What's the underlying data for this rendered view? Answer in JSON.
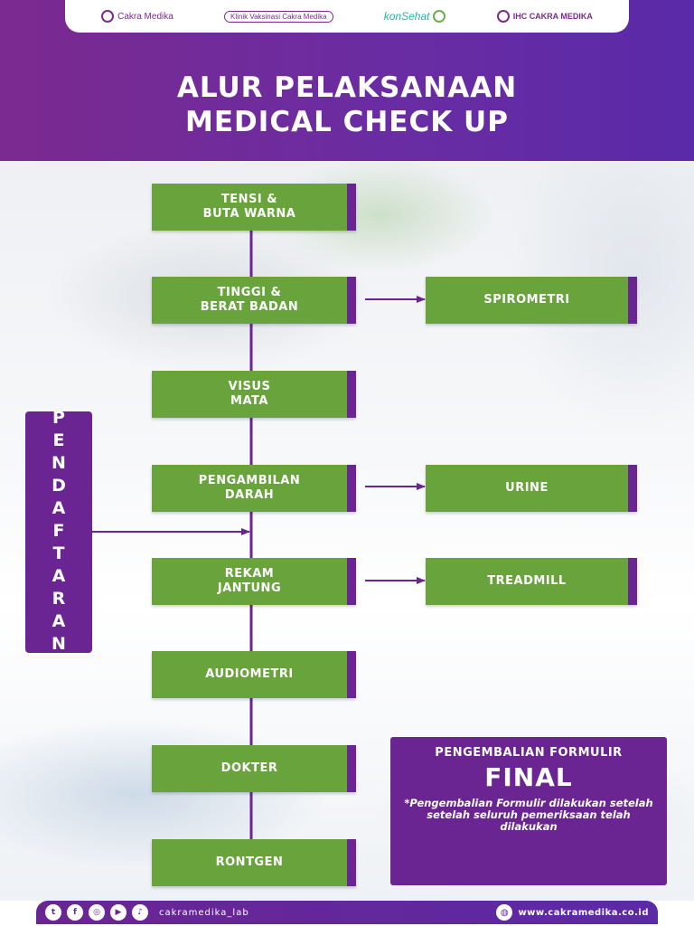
{
  "logos": [
    {
      "name": "cakra-medika",
      "text": "Cakra Medika"
    },
    {
      "name": "klinik-vaksinasi",
      "text": "Klinik Vaksinasi Cakra Medika"
    },
    {
      "name": "konsehat",
      "text": "konSehat"
    },
    {
      "name": "ihc",
      "text": "IHC CAKRA MEDIKA"
    }
  ],
  "title": {
    "line1": "ALUR PELAKSANAAN",
    "line2": "MEDICAL CHECK UP"
  },
  "steps": [
    "TENSI &\nBUTA WARNA",
    "TINGGI &\nBERAT BADAN",
    "VISUS\nMATA",
    "PENGAMBILAN\nDARAH",
    "REKAM\nJANTUNG",
    "AUDIOMETRI",
    "DOKTER",
    "RONTGEN"
  ],
  "side_steps": [
    "SPIROMETRI",
    "URINE",
    "TREADMILL"
  ],
  "registration": "PENDAFTARAN",
  "final": {
    "subtitle": "PENGEMBALIAN FORMULIR",
    "big": "FINAL",
    "note": "*Pengembalian Formulir dilakukan setelah setelah seluruh pemeriksaan telah dilakukan"
  },
  "footer": {
    "social_icons": [
      "twitter-icon",
      "facebook-icon",
      "instagram-icon",
      "youtube-icon",
      "tiktok-icon"
    ],
    "handle": "cakramedika_lab",
    "website": "www.cakramedika.co.id"
  },
  "colors": {
    "purple": "#6b2592",
    "green": "#68a33b",
    "header_gradient_start": "#7b2a8f",
    "header_gradient_end": "#5a2aa8"
  }
}
